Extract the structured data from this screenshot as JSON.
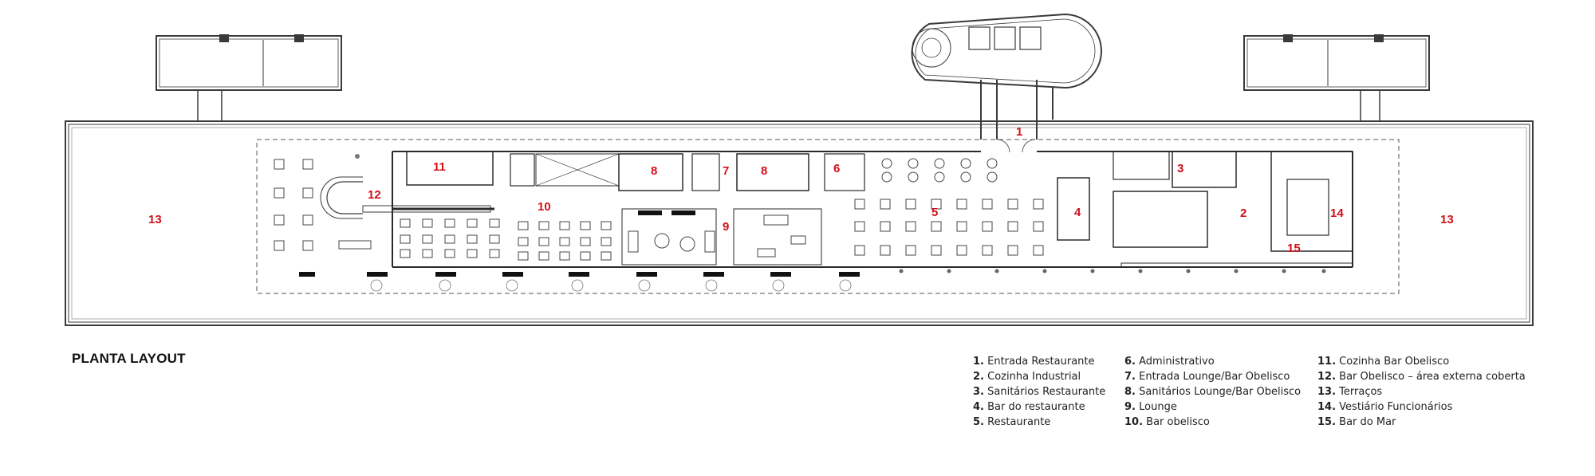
{
  "title": "PLANTA LAYOUT",
  "room_labels": [
    "1",
    "2",
    "3",
    "4",
    "5",
    "6",
    "7",
    "8",
    "8",
    "9",
    "10",
    "11",
    "12",
    "13",
    "13",
    "14",
    "15"
  ],
  "legend": {
    "col1": [
      {
        "num": "1.",
        "text": "Entrada Restaurante"
      },
      {
        "num": "2.",
        "text": "Cozinha Industrial"
      },
      {
        "num": "3.",
        "text": "Sanitários Restaurante"
      },
      {
        "num": "4.",
        "text": "Bar do restaurante"
      },
      {
        "num": "5.",
        "text": "Restaurante"
      }
    ],
    "col2": [
      {
        "num": "6.",
        "text": "Administrativo"
      },
      {
        "num": "7.",
        "text": "Entrada Lounge/Bar Obelisco"
      },
      {
        "num": "8.",
        "text": "Sanitários Lounge/Bar Obelisco"
      },
      {
        "num": "9.",
        "text": "Lounge"
      },
      {
        "num": "10.",
        "text": "Bar obelisco"
      }
    ],
    "col3": [
      {
        "num": "11.",
        "text": "Cozinha Bar Obelisco"
      },
      {
        "num": "12.",
        "text": "Bar Obelisco – área externa coberta"
      },
      {
        "num": "13.",
        "text": "Terraços"
      },
      {
        "num": "14.",
        "text": "Vestiário Funcionários"
      },
      {
        "num": "15.",
        "text": "Bar do Mar"
      }
    ]
  },
  "colors": {
    "label_red": "#d0101a",
    "line": "#3a3a3a"
  }
}
